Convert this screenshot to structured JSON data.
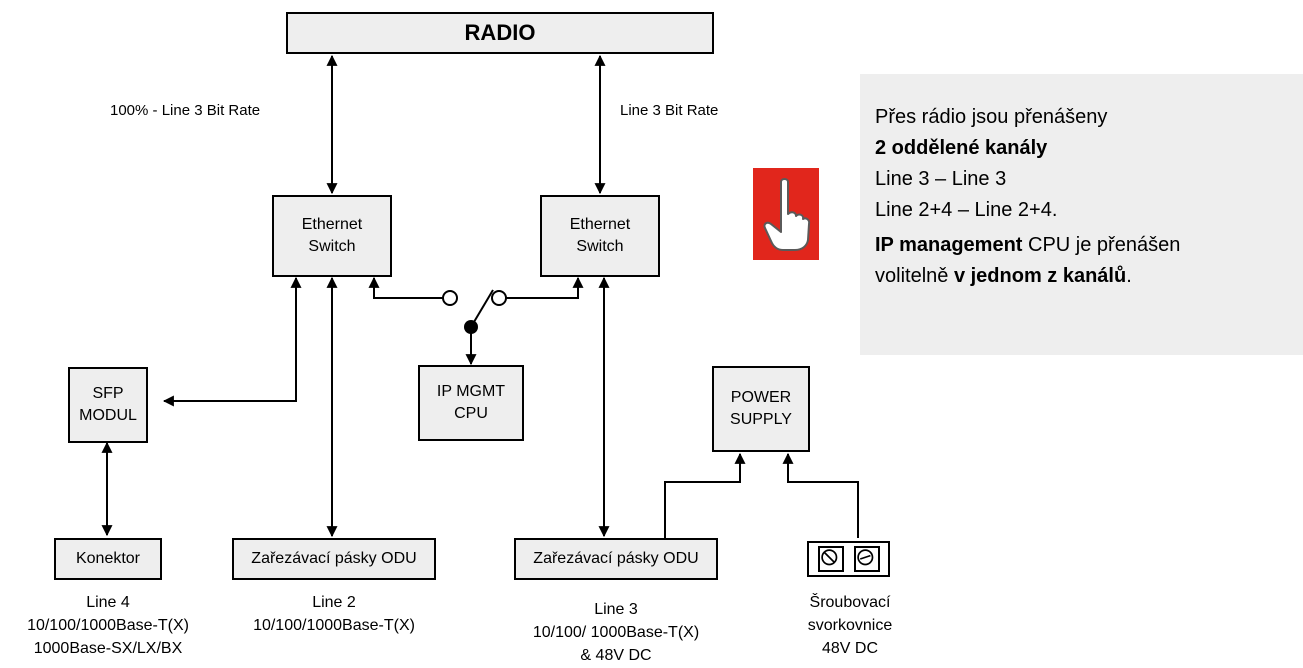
{
  "radio": "RADIO",
  "link_left": "100% - Line 3 Bit Rate",
  "link_right": "Line 3 Bit Rate",
  "switch_left": "Ethernet\nSwitch",
  "switch_right": "Ethernet\nSwitch",
  "sfp": "SFP\nMODUL",
  "ipmgmt": "IP MGMT\nCPU",
  "power": "POWER\nSUPPLY",
  "konektor": "Konektor",
  "odu_left": "Zařezávací pásky ODU",
  "odu_right": "Zařezávací pásky ODU",
  "cap_line4": "Line 4\n10/100/1000Base-T(X)\n1000Base-SX/LX/BX",
  "cap_line2": "Line 2\n10/100/1000Base-T(X)",
  "cap_line3": "Line 3\n10/100/ 1000Base-T(X)\n& 48V DC",
  "cap_terminal": "Šroubovací\nsvorkovnice\n48V DC",
  "info": {
    "l1": "Přes rádio jsou přenášeny",
    "l2": "2 oddělené kanály",
    "l3": "Line 3 – Line 3",
    "l4": "Line 2+4 – Line 2+4.",
    "l5_bold": "IP management",
    "l5_rest": " CPU je přenášen",
    "l6_a": "volitelně ",
    "l6_bold": "v jednom z kanálů",
    "l6_end": "."
  },
  "hand_icon": "pointing-hand-icon",
  "accent_color": "#e1261c",
  "box_fill": "#eeeeee"
}
